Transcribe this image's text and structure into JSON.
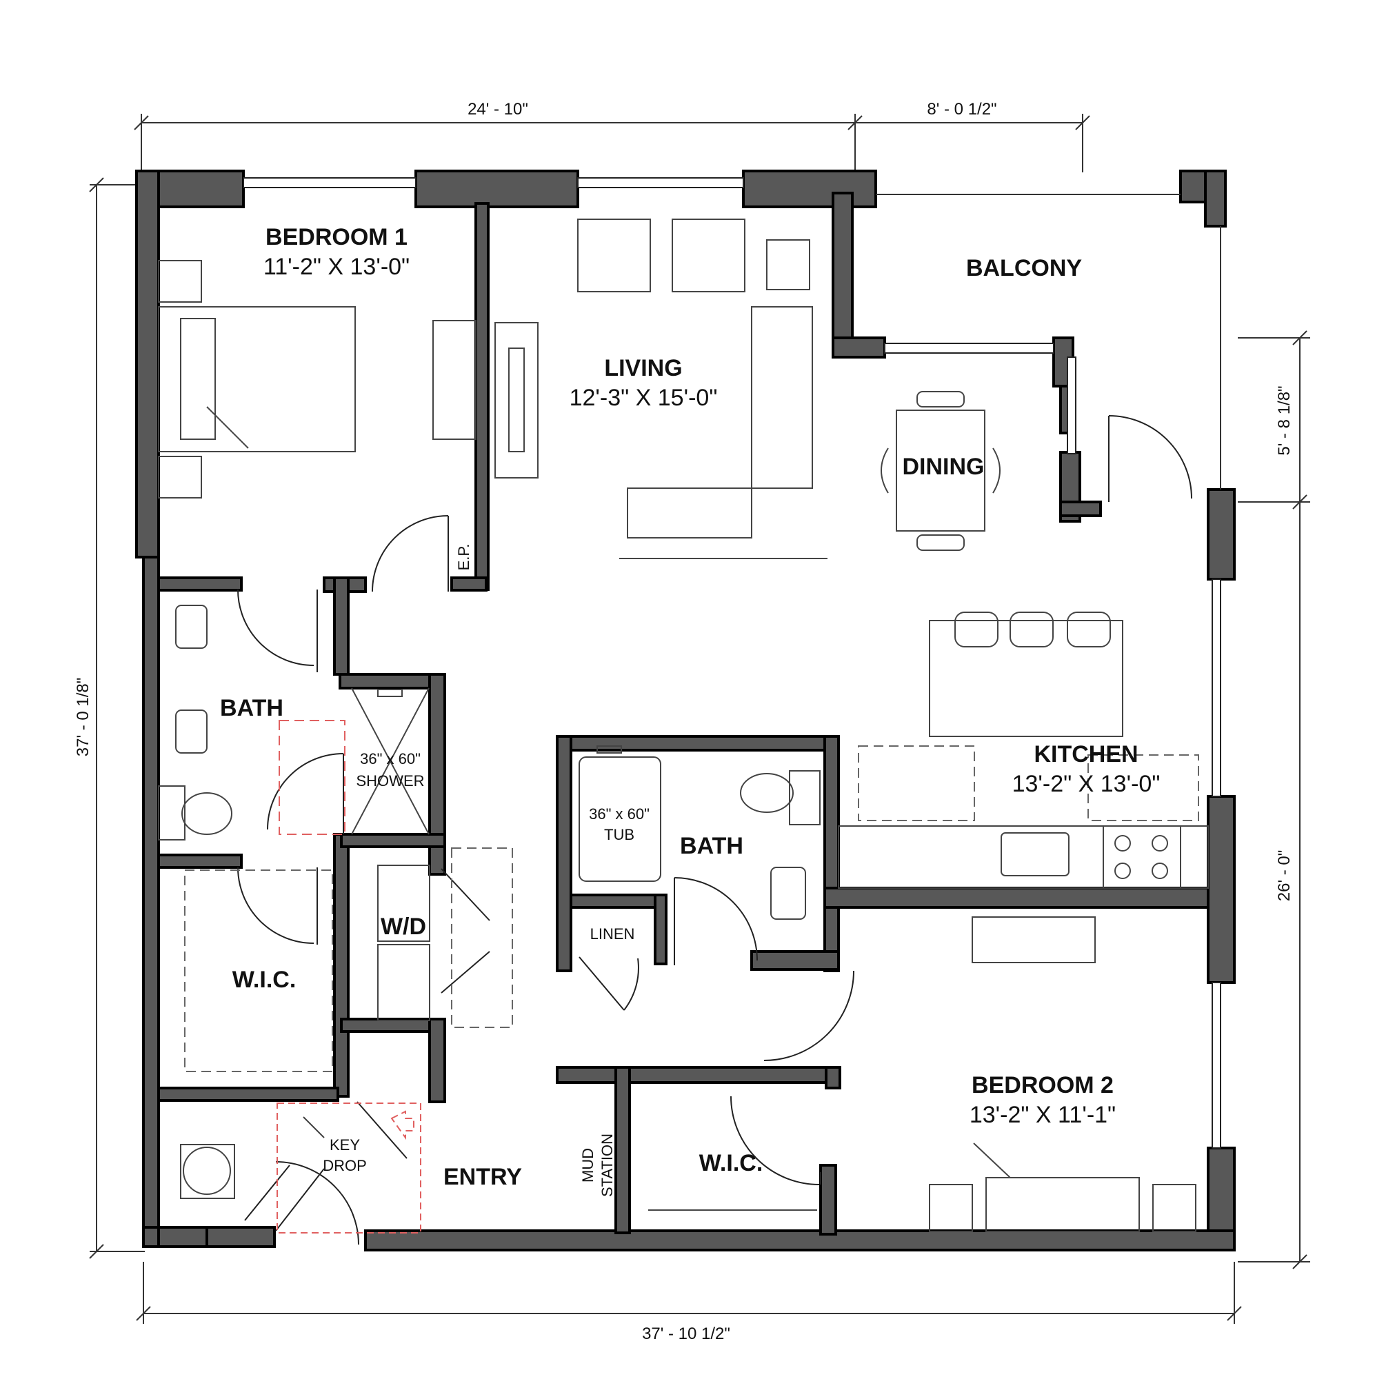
{
  "rooms": {
    "bedroom1": {
      "name": "BEDROOM 1",
      "size": "11'-2\" X 13'-0\""
    },
    "living": {
      "name": "LIVING",
      "size": "12'-3\" X 15'-0\""
    },
    "balcony": {
      "name": "BALCONY"
    },
    "dining": {
      "name": "DINING"
    },
    "bath1": {
      "name": "BATH"
    },
    "bath2": {
      "name": "BATH"
    },
    "kitchen": {
      "name": "KITCHEN",
      "size": "13'-2\" X 13'-0\""
    },
    "wd": {
      "name": "W/D"
    },
    "wic1": {
      "name": "W.I.C."
    },
    "wic2": {
      "name": "W.I.C."
    },
    "entry": {
      "name": "ENTRY"
    },
    "bedroom2": {
      "name": "BEDROOM 2",
      "size": "13'-2\" X 11'-1\""
    }
  },
  "labels": {
    "shower": [
      "36\" x 60\"",
      "SHOWER"
    ],
    "tub": [
      "36\" x 60\"",
      "TUB"
    ],
    "linen": "LINEN",
    "key_drop": [
      "KEY",
      "DROP"
    ],
    "mud_station": [
      "MUD",
      "STATION"
    ],
    "ep": "E.P."
  },
  "dimensions": {
    "top_left": "24' - 10\"",
    "top_right": "8' - 0 1/2\"",
    "left": "37' - 0 1/8\"",
    "right_top": "5' - 8 1/8\"",
    "right_bottom": "26' - 0\"",
    "bottom": "37' - 10 1/2\""
  }
}
